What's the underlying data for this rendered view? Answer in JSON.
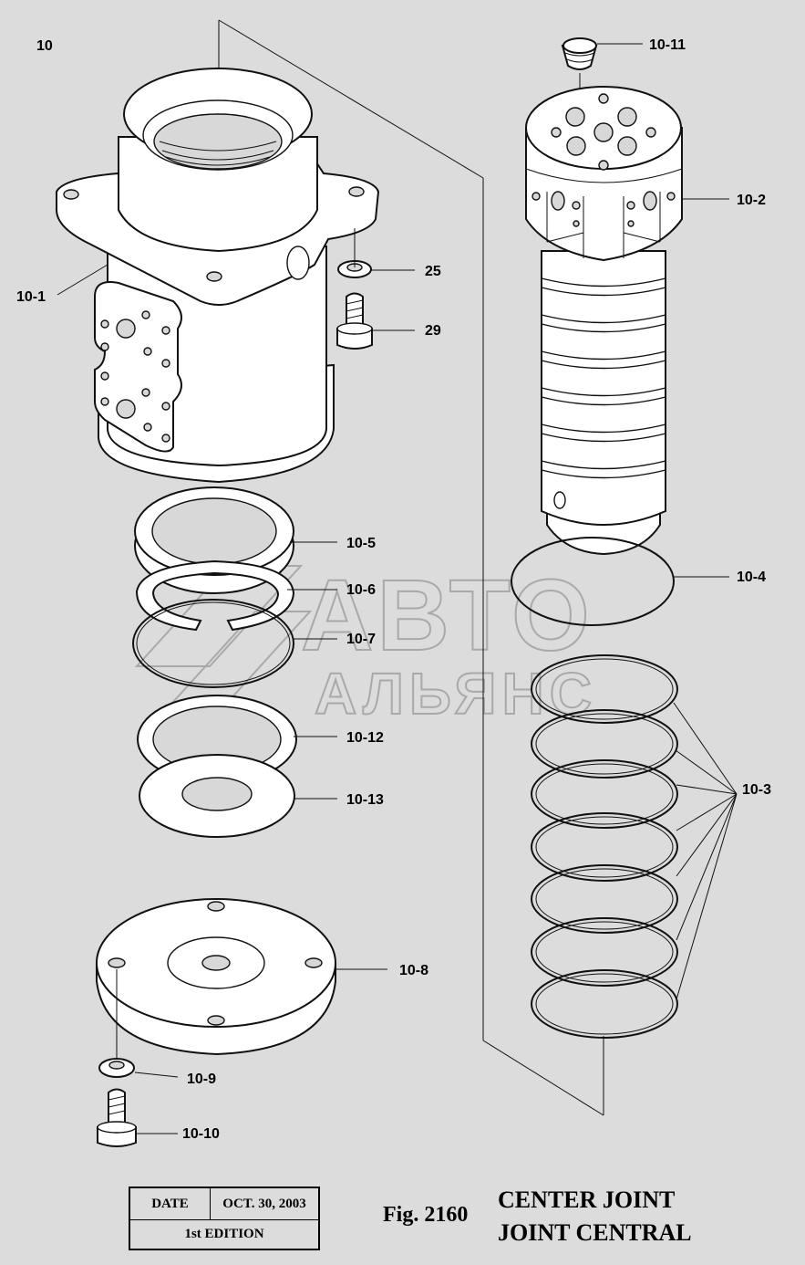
{
  "diagram": {
    "assembly_id": "10",
    "labels": {
      "l10_1": "10-1",
      "l10_2": "10-2",
      "l10_3": "10-3",
      "l10_4": "10-4",
      "l10_5": "10-5",
      "l10_6": "10-6",
      "l10_7": "10-7",
      "l10_8": "10-8",
      "l10_9": "10-9",
      "l10_10": "10-10",
      "l10_11": "10-11",
      "l10_12": "10-12",
      "l10_13": "10-13",
      "l25": "25",
      "l29": "29"
    }
  },
  "watermark": {
    "line1": "АВТО",
    "line2": "АЛЬЯНС"
  },
  "footer": {
    "date_label": "DATE",
    "date_value": "OCT. 30, 2003",
    "edition": "1st EDITION",
    "fig_number": "Fig. 2160",
    "title_en": "CENTER JOINT",
    "title_fr": "JOINT CENTRAL"
  }
}
